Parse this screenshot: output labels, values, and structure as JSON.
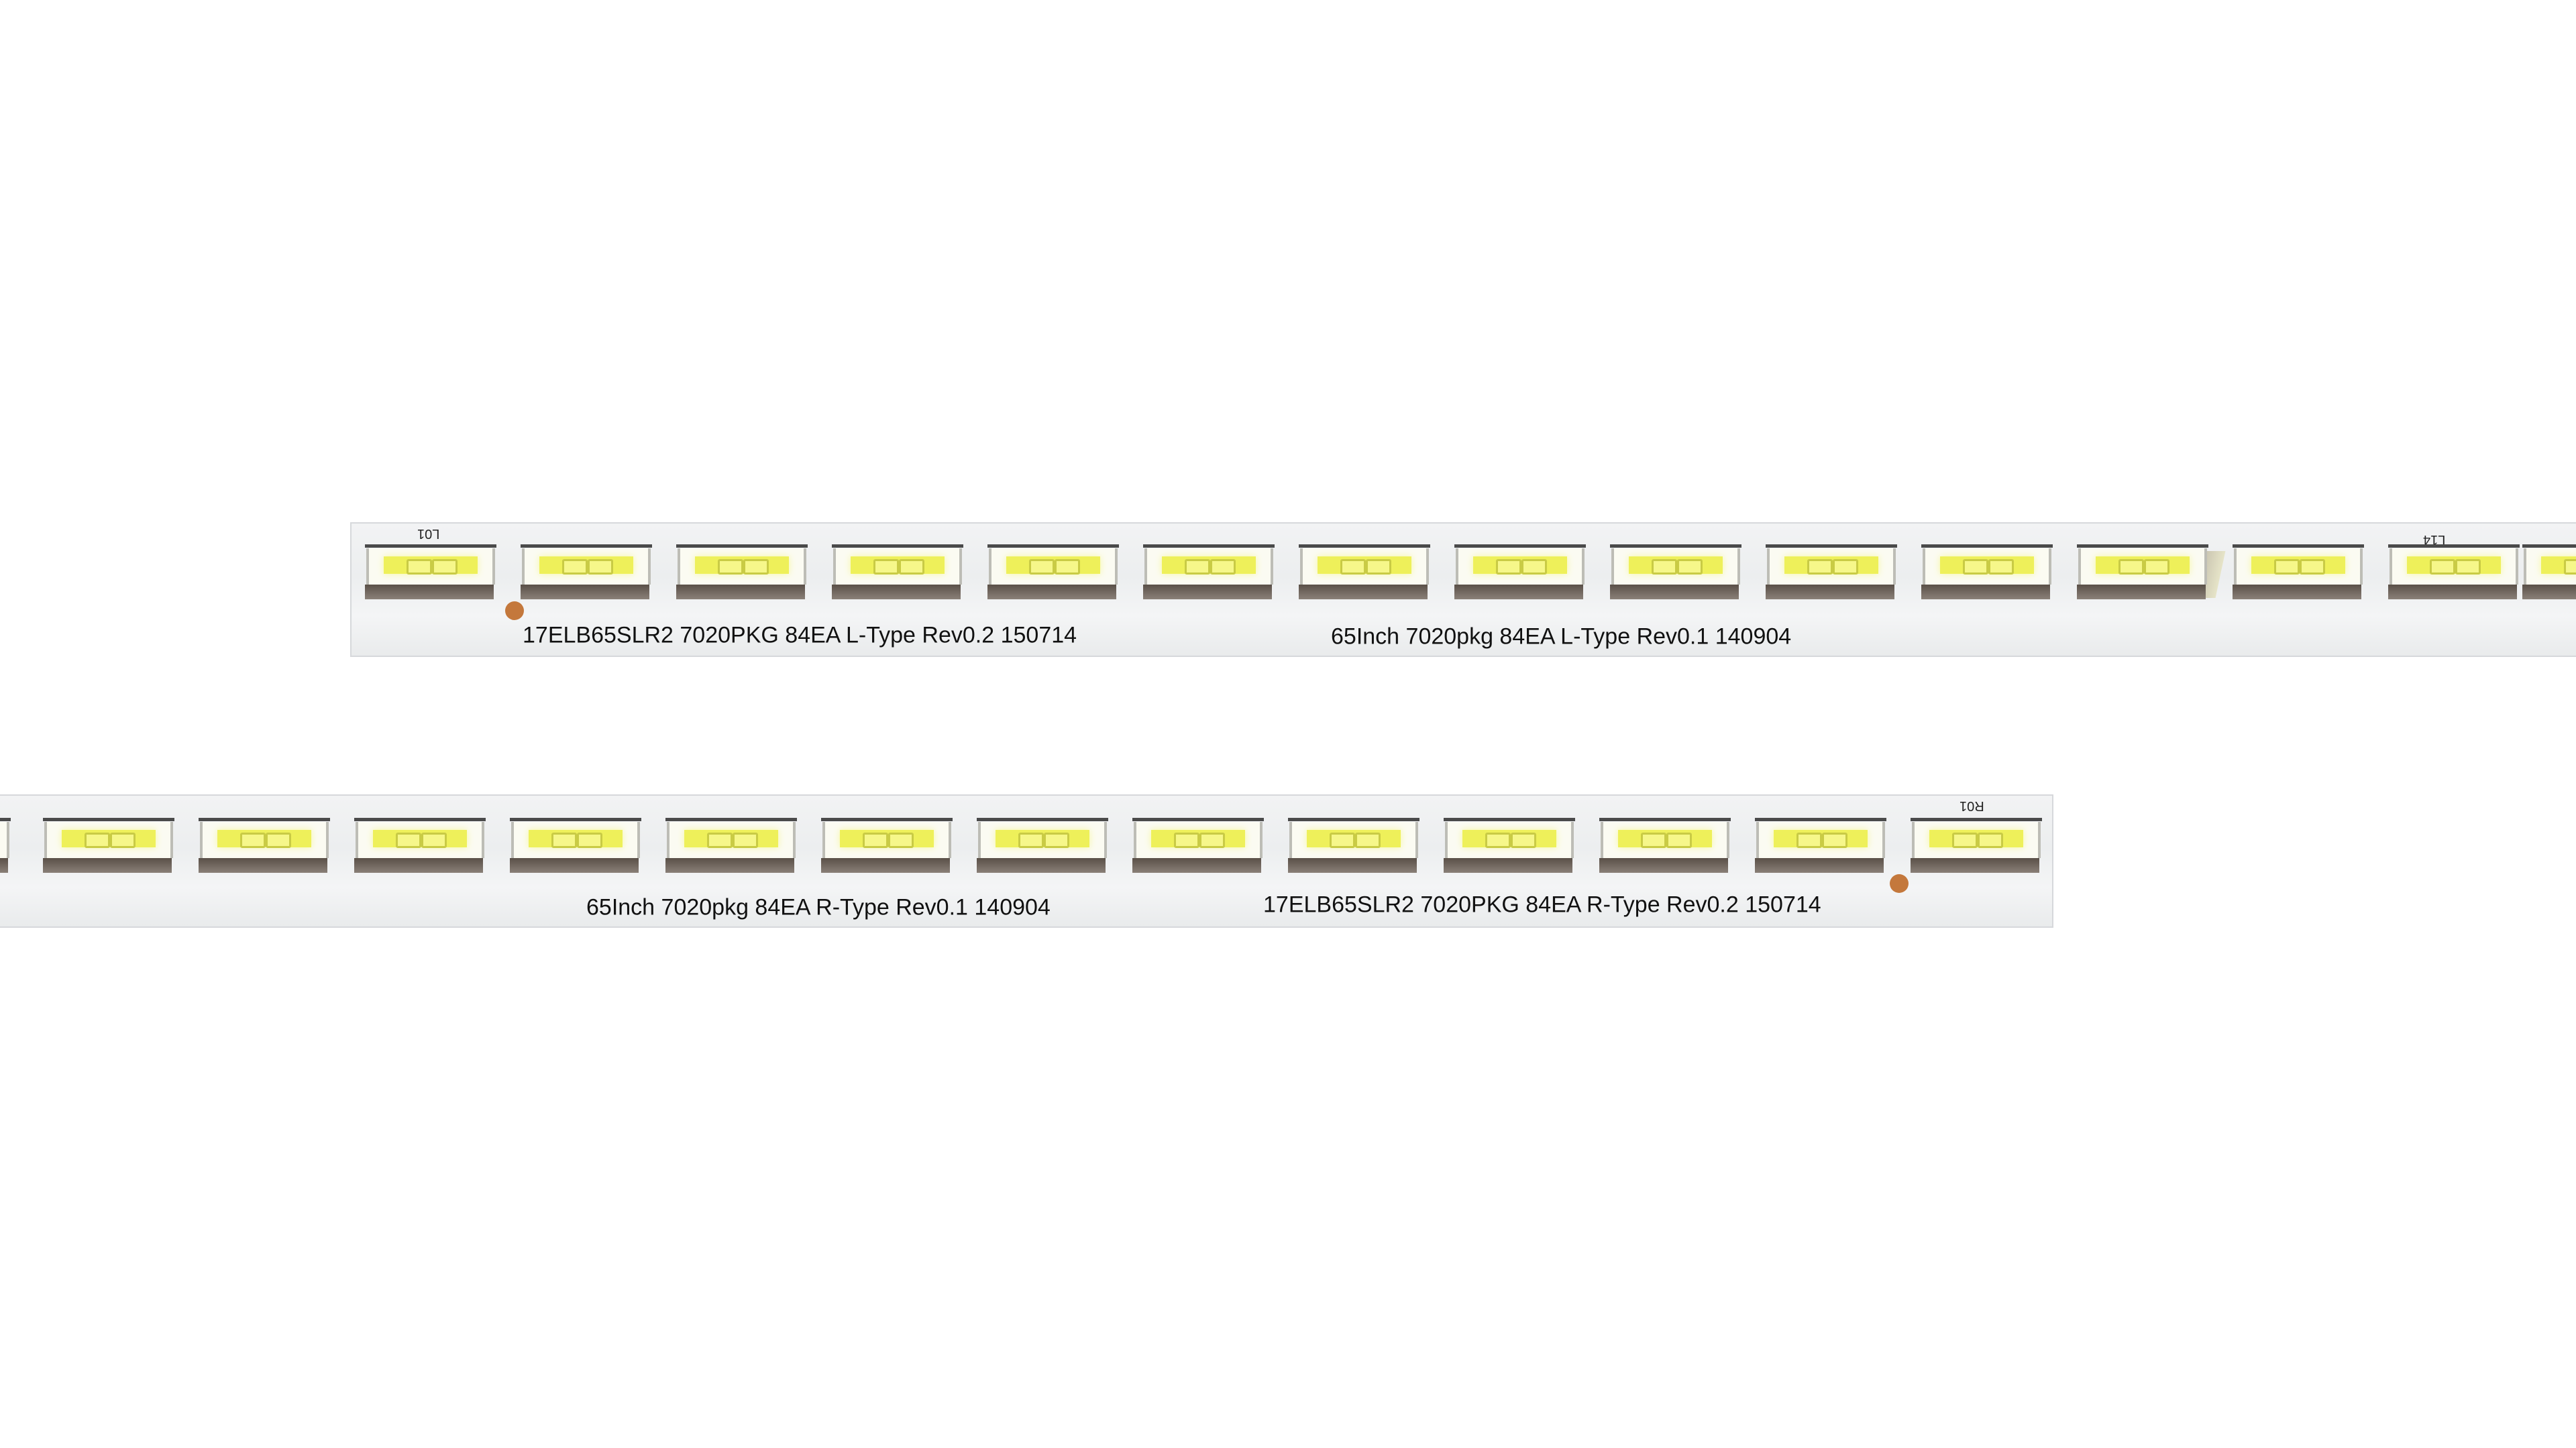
{
  "top_strip": {
    "ref_start": "L01",
    "ref_end": "L14",
    "label_1": "17ELB65SLR2  7020PKG  84EA  L-Type Rev0.2 150714",
    "label_2": "65Inch 7020pkg 84EA L-Type Rev0.1 140904",
    "led_count": 14,
    "dot_color": "#c4783c"
  },
  "bottom_strip": {
    "ref_start": "R01",
    "label_1": "65Inch 7020pkg 84EA R-Type Rev0.1 140904",
    "label_2": "17ELB65SLR2  7020PKG  84EA  R-Type Rev0.2 150714",
    "led_count": 13,
    "dot_color": "#c4783c"
  }
}
